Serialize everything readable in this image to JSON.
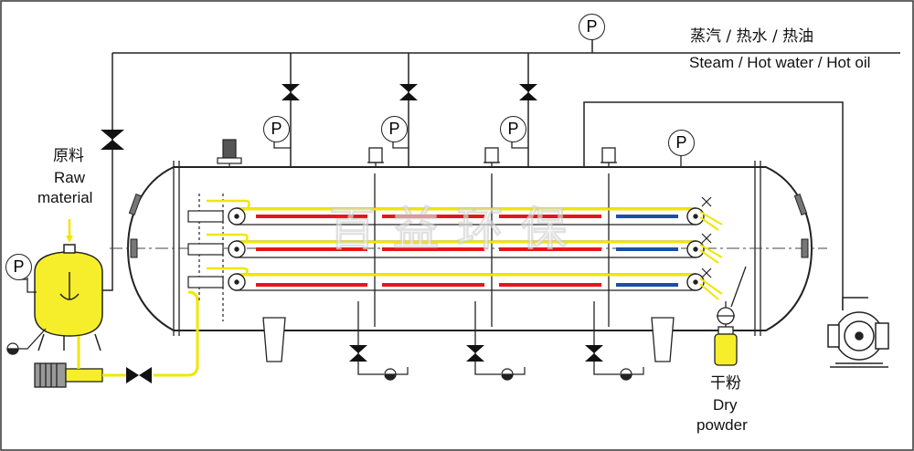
{
  "labels": {
    "heating_cn": "蒸汽 / 热水 / 热油",
    "heating_en": "Steam / Hot water / Hot oil",
    "raw_cn": "原料",
    "raw_en_1": "Raw",
    "raw_en_2": "material",
    "dry_cn": "干粉",
    "dry_en_1": "Dry",
    "dry_en_2": "powder"
  },
  "gauge_symbol": "P",
  "watermark": "百益环保",
  "colors": {
    "hot_band": "#e8141c",
    "cool_band": "#1a4fa8",
    "conveyor": "#f2e600",
    "feed_tank": "#f6ee2a",
    "line": "#222222"
  }
}
